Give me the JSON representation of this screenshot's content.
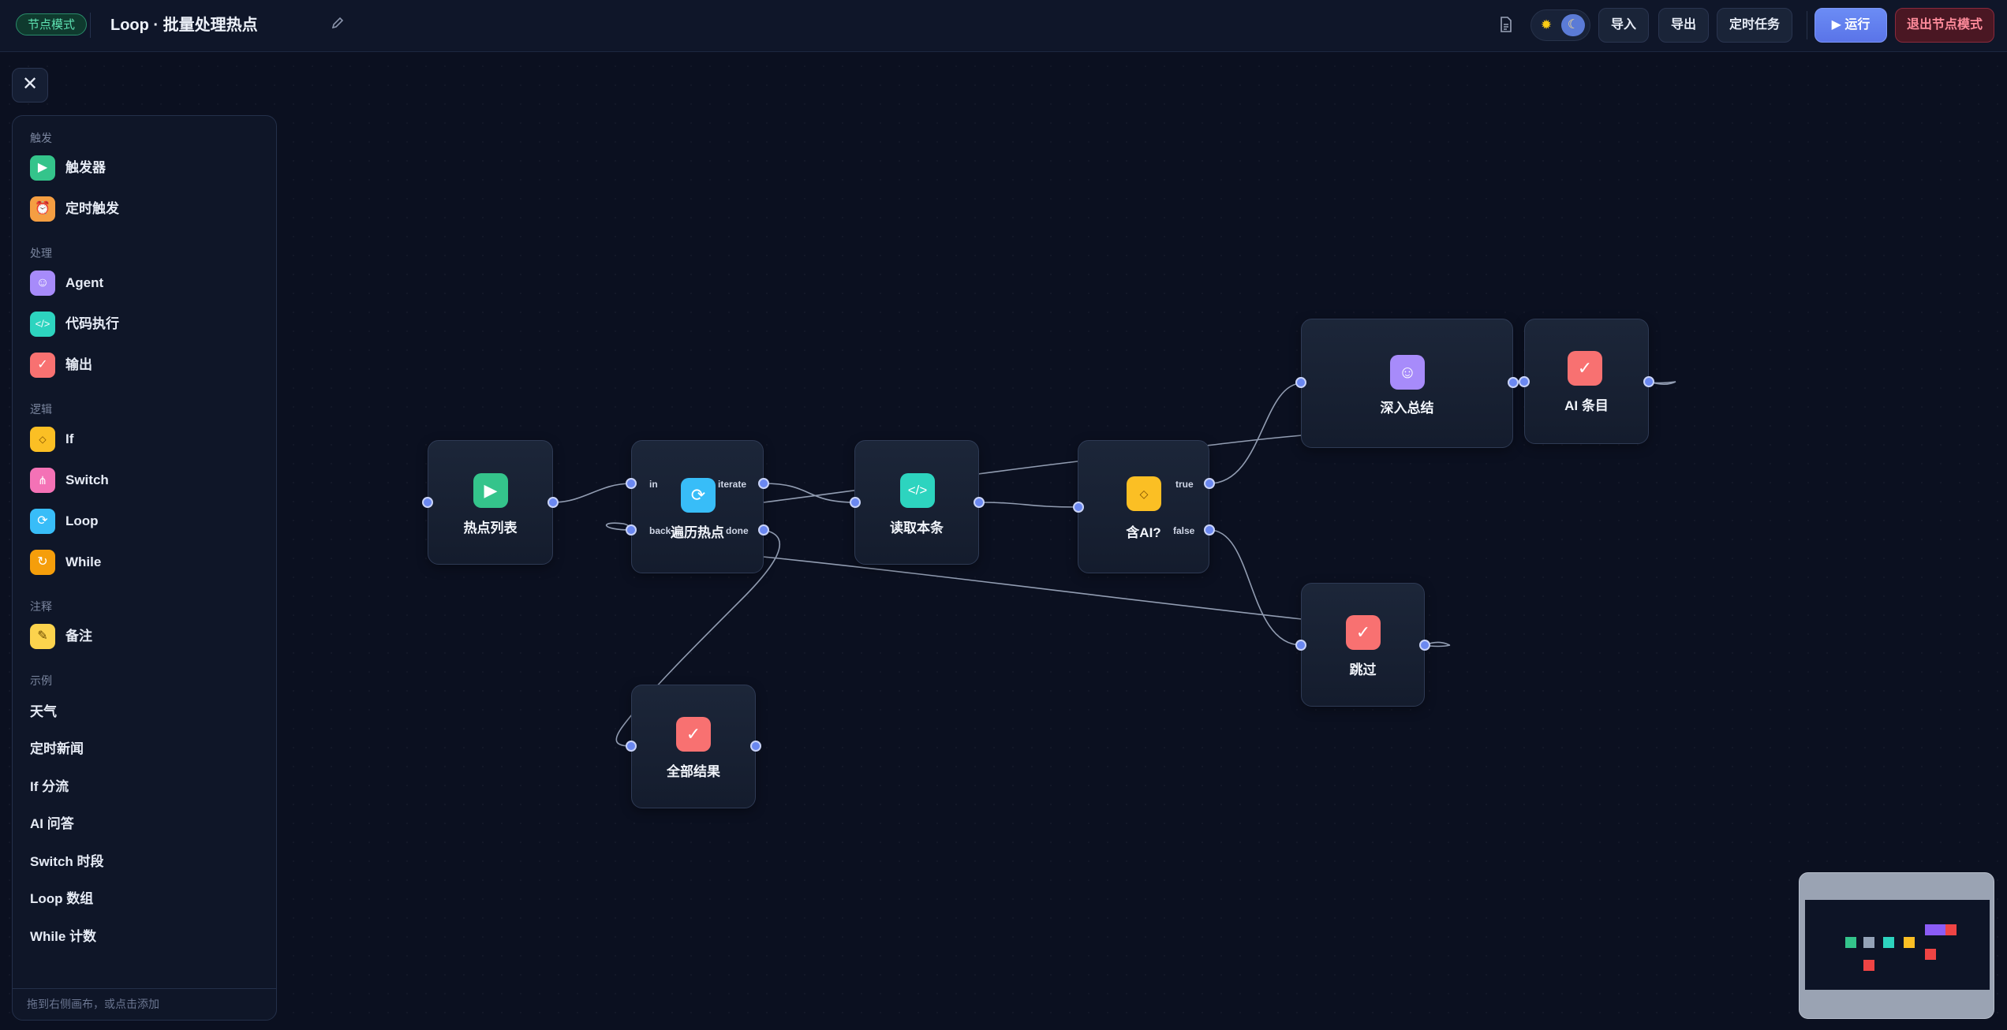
{
  "topbar": {
    "mode_badge": "节点模式",
    "title": "Loop · 批量处理热点",
    "buttons": {
      "import": "导入",
      "export": "导出",
      "schedule": "定时任务",
      "run": "▶ 运行",
      "exit": "退出节点模式"
    }
  },
  "sidebar": {
    "close": "✕",
    "sections": {
      "trigger": "触发",
      "process": "处理",
      "logic": "逻辑",
      "note": "注释",
      "examples": "示例"
    },
    "items": {
      "trigger": "触发器",
      "timer": "定时触发",
      "agent": "Agent",
      "code": "代码执行",
      "output": "输出",
      "if": "If",
      "switch": "Switch",
      "loop": "Loop",
      "while": "While",
      "memo": "备注"
    },
    "examples": [
      "天气",
      "定时新闻",
      "If 分流",
      "AI 问答",
      "Switch 时段",
      "Loop 数组",
      "While 计数"
    ],
    "footer": "拖到右侧画布，或点击添加"
  },
  "nodes": {
    "hot_list": "热点列表",
    "iterate": "遍历热点",
    "read_item": "读取本条",
    "has_ai": "含AI?",
    "deep_summary": "深入总结",
    "ai_item": "AI 条目",
    "skip": "跳过",
    "all_results": "全部结果"
  },
  "ports": {
    "in": "in",
    "iterate": "iterate",
    "back": "back",
    "done": "done",
    "true": "true",
    "false": "false"
  },
  "icons": {
    "doc": "document-icon",
    "sun": "sun-icon",
    "moon": "moon-icon",
    "edit": "pencil-icon"
  },
  "colors": {
    "accent": "#6b88f0",
    "trigger_green": "#34c48b",
    "timer_orange": "#f59e42",
    "agent_purple": "#a78bfa",
    "code_teal": "#2dd4bf",
    "output_red": "#f87171",
    "if_yellow": "#fbbf24",
    "switch_pink": "#f472b6",
    "loop_blue": "#38bdf8",
    "while_orange": "#f59e0b",
    "memo_yellow": "#fcd34d"
  }
}
